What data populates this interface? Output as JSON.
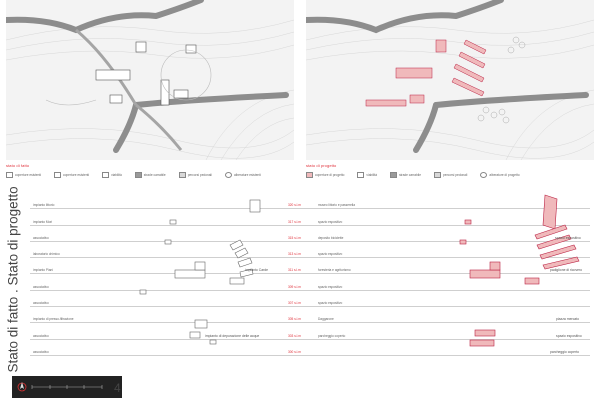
{
  "maps": {
    "left_title": "stato di fatto",
    "right_title": "stato di progetto",
    "left_legend": [
      {
        "label": "coperture esistenti",
        "color": "#ffffff"
      },
      {
        "label": "coperture esistenti",
        "color": "#ffffff"
      },
      {
        "label": "viabilità",
        "color": "#ffffff"
      },
      {
        "label": "strade carrabile",
        "color": "#9a9a9a"
      },
      {
        "label": "percorsi pedonali",
        "color": "#d8d8d8"
      },
      {
        "label": "alberature esistenti",
        "color": "#ffffff"
      }
    ],
    "right_legend": [
      {
        "label": "coperture di progetto",
        "color": "#f0b9bb"
      },
      {
        "label": "viabilità",
        "color": "#ffffff"
      },
      {
        "label": "strade carrabile",
        "color": "#9a9a9a"
      },
      {
        "label": "percorsi pedonali",
        "color": "#d8d8d8"
      },
      {
        "label": "alberature di progetto",
        "color": "#ffffff"
      }
    ]
  },
  "vertical_title": "Stato di fatto . Stato di progetto",
  "sections": {
    "left_rows": [
      "impianto littorio",
      "impianto Mori",
      "associativo",
      "laboratorio chimico",
      "impianto Piani",
      "associativo",
      "associativo",
      "impianto di presso-filtrazione",
      "associativo",
      "associativo"
    ],
    "elevations": [
      "320 s.l.m",
      "317 s.l.m",
      "315 s.l.m",
      "313 s.l.m",
      "311 s.l.m",
      "309 s.l.m",
      "307 s.l.m",
      "305 s.l.m",
      "303 s.l.m",
      "300 s.l.m"
    ],
    "right_rows": [
      "museo littorio e passerella",
      "spazio espositivo",
      "deposito biciclette",
      "spazio espositivo",
      "foresteria e agriturismo",
      "spazio espositivo",
      "spazio espositivo",
      "Daggarone",
      "parcheggio coperto",
      ""
    ],
    "left_plan_labels": {
      "impianto": "impianto Carde",
      "depurazione": "impianto di depurazione delle acque"
    },
    "right_plan_labels": {
      "spazio1": "spazio espositivo",
      "padiglione": "padiglione di ricovero",
      "piazza": "piazza mercato",
      "spazio2": "spazio espositivo",
      "parcheggio": "parcheggio coperto"
    }
  },
  "footer": {
    "page_number": "4"
  },
  "colors": {
    "accent": "#e0303a",
    "project_fill": "#f0b9bb"
  }
}
